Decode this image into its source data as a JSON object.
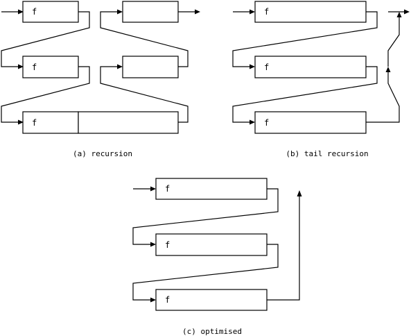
{
  "labels": {
    "function": "f"
  },
  "captions": {
    "a": "(a) recursion",
    "b": "(b) tail recursion",
    "c": "(c) optimised"
  },
  "colors": {
    "stroke": "#000000",
    "background": "#ffffff"
  }
}
